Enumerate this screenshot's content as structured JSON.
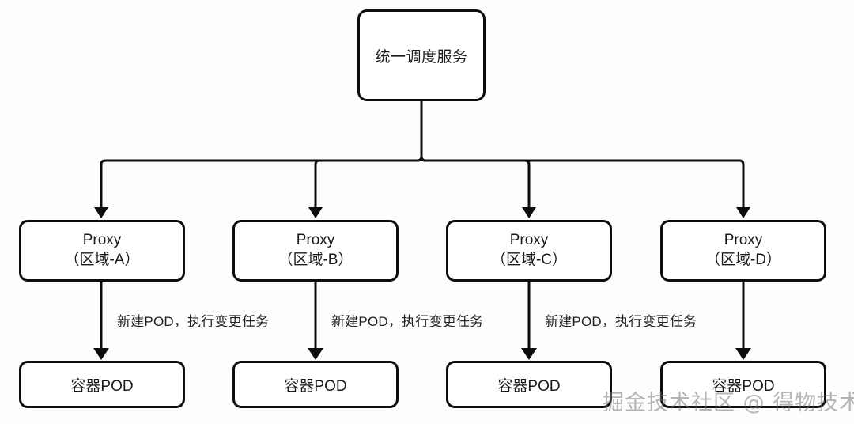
{
  "diagram": {
    "type": "flowchart",
    "orientation": "top-down",
    "background_color": "#fdfdfd",
    "stroke_color": "#0d0d0d",
    "text_color": "#1a1a1a",
    "root": {
      "label": "统一调度服务"
    },
    "proxies": [
      {
        "title": "Proxy",
        "region": "（区域-A）"
      },
      {
        "title": "Proxy",
        "region": "（区域-B）"
      },
      {
        "title": "Proxy",
        "region": "（区域-C）"
      },
      {
        "title": "Proxy",
        "region": "（区域-D）"
      }
    ],
    "pods": [
      {
        "label": "容器POD"
      },
      {
        "label": "容器POD"
      },
      {
        "label": "容器POD"
      },
      {
        "label": "容器POD"
      }
    ],
    "edge_labels": [
      {
        "text": "新建POD，执行变更任务"
      },
      {
        "text": "新建POD，执行变更任务"
      },
      {
        "text": "新建POD，执行变更任务"
      }
    ],
    "watermark": "掘金技术社区 @ 得物技术"
  }
}
